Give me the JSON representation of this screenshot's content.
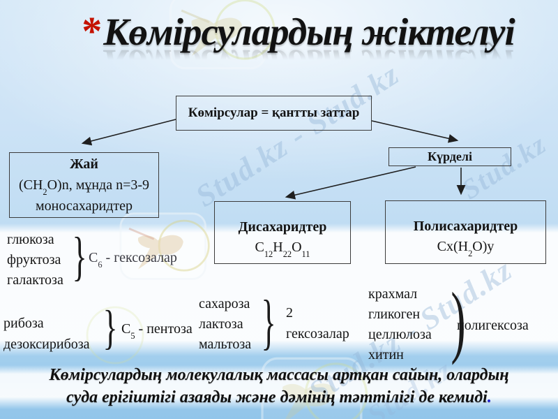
{
  "slide": {
    "asterisk": "*",
    "title": "Көмірсулардың жіктелуі"
  },
  "tree": {
    "root": {
      "label": "Көмірсулар = қантты заттар"
    },
    "simple": {
      "name": "Жай",
      "formula_pre": "(CH",
      "formula_sub": "2",
      "formula_post": "O)n, мұнда n=3-9",
      "subtitle": "моносахаридтер"
    },
    "complex": {
      "label": "Күрделі"
    },
    "disaccharides": {
      "title": "Дисахаридтер",
      "f1": "C",
      "s1": "12",
      "f2": "H",
      "s2": "22",
      "f3": "O",
      "s3": "11"
    },
    "polysaccharides": {
      "title": "Полисахаридтер",
      "f1": "Cx(H",
      "s1": "2",
      "f2": "O)y"
    }
  },
  "groups": {
    "hexoses": {
      "items": [
        "глюкоза",
        "фруктоза",
        "галактоза"
      ],
      "brace": "}",
      "label_c": "C",
      "label_sub": "6",
      "label_rest": " - гексозалар"
    },
    "pentoses": {
      "items": [
        "рибоза",
        "дезоксирибоза"
      ],
      "brace": "}",
      "label_c": "C",
      "label_sub": "5",
      "label_rest": " - пентоза"
    },
    "dihexoses": {
      "items": [
        "сахароза",
        "лактоза",
        "мальтоза"
      ],
      "brace": "}",
      "label_line1": "2",
      "label_line2": "гексозалар"
    },
    "polyhexoses": {
      "items": [
        "крахмал",
        "гликоген",
        "целлюлоза",
        "хитин"
      ],
      "brace": ")",
      "label": "полигексоза"
    }
  },
  "footer": {
    "line1": "Көмірсулардың молекулалық массасы артқан сайын, олардың",
    "line2": "суда ерігіштігі азаяды және дәмінің тәттілігі де кемиді",
    "period": "."
  },
  "watermark": {
    "text_full": "Stud.kz - Stud.kz",
    "text_short": "Stud.kz"
  },
  "colors": {
    "asterisk": "#c41200",
    "footer_period": "#1d1dd0",
    "box_border": "#3b3b3b",
    "text": "#141414",
    "background_top": "#d3e7f7",
    "background_bottom": "#92c5ea",
    "watermark": "#94b4d6"
  }
}
